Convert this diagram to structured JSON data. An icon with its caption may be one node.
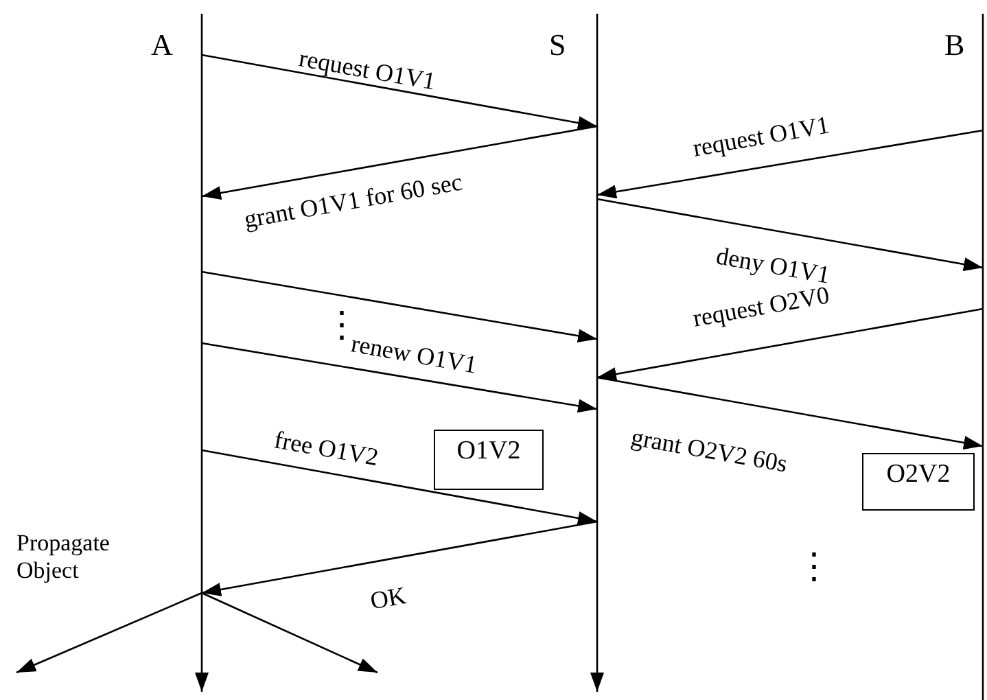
{
  "diagram": {
    "nodes": [
      {
        "text": [
          "A"
        ]
      },
      {
        "text": [
          "S"
        ]
      },
      {
        "text": [
          "B"
        ]
      },
      {
        "text": [
          "O1V2"
        ]
      },
      {
        "text": [
          "O2V2"
        ]
      }
    ],
    "edges": [
      {
        "from": 0,
        "to": 1,
        "arrow": "to",
        "label": "request O1V1"
      },
      {
        "from": 2,
        "to": 1,
        "arrow": "to",
        "label": "request O1V1"
      },
      {
        "from": 1,
        "to": 0,
        "arrow": "to",
        "label": "grant O1V1 for 60 sec"
      },
      {
        "from": 1,
        "to": 2,
        "arrow": "to",
        "label": "deny O1V1"
      },
      {
        "from": 0,
        "to": 1,
        "arrow": "to"
      },
      {
        "from": 0,
        "to": 1,
        "arrow": "to",
        "label": "renew O1V1"
      },
      {
        "from": 2,
        "to": 1,
        "arrow": "to",
        "label": "request O2V0"
      },
      {
        "from": 1,
        "to": 2,
        "arrow": "to",
        "label": "grant O2V2 60s"
      },
      {
        "from": 0,
        "to": 1,
        "arrow": "to",
        "label": "free O1V2"
      },
      {
        "from": 1,
        "to": 0,
        "arrow": "to",
        "label": "OK"
      },
      {
        "from": 0,
        "to": null,
        "arrow": "to"
      },
      {
        "from": 0,
        "to": null,
        "arrow": "to"
      }
    ],
    "labels": [
      "⋮",
      "Propagate Object",
      "⋮"
    ]
  }
}
